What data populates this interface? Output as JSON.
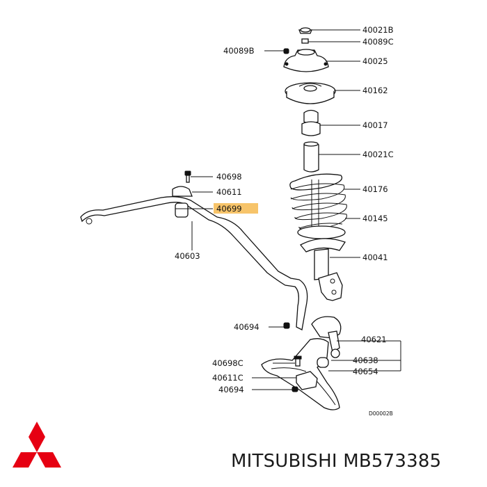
{
  "parts": {
    "p40021b": "40021B",
    "p40089c": "40089C",
    "p40089b": "40089B",
    "p40025": "40025",
    "p40162": "40162",
    "p40017": "40017",
    "p40021c": "40021C",
    "p40698_top": "40698",
    "p40611_top": "40611",
    "p40699": "40699",
    "p40176": "40176",
    "p40145": "40145",
    "p40603": "40603",
    "p40041": "40041",
    "p40694_top": "40694",
    "p40621": "40621",
    "p40638": "40638",
    "p40654": "40654",
    "p40698c": "40698C",
    "p40611c": "40611C",
    "p40694_bottom": "40694"
  },
  "diagram_code": "D00002B",
  "brand": {
    "caption": "MITSUBISHI MB573385",
    "logo_color": "#e60012"
  },
  "highlight_color": "#f7c46a"
}
